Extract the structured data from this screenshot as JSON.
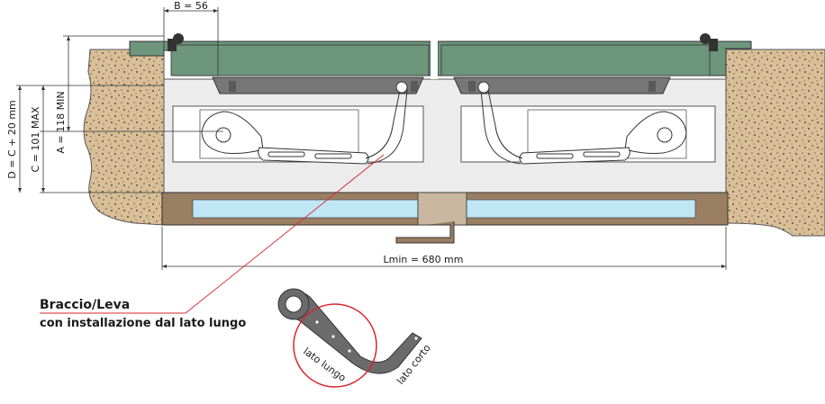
{
  "dimensions": {
    "b": "B = 56",
    "d": "D = C + 20 mm",
    "c": "C = 101 MAX",
    "a": "A = 118 MIN",
    "lmin": "Lmin = 680 mm"
  },
  "caption": {
    "title": "Braccio/Leva",
    "subtitle": "con installazione dal lato lungo"
  },
  "detail": {
    "long_side": "lato lungo",
    "short_side": "lato corto"
  },
  "colors": {
    "cover_green": "#6d967c",
    "soil": "#d8bf98",
    "glass": "#bfe6f5",
    "frame_brown": "#9a7e62",
    "gearbox": "#777777",
    "callout_red": "#d9262b"
  }
}
